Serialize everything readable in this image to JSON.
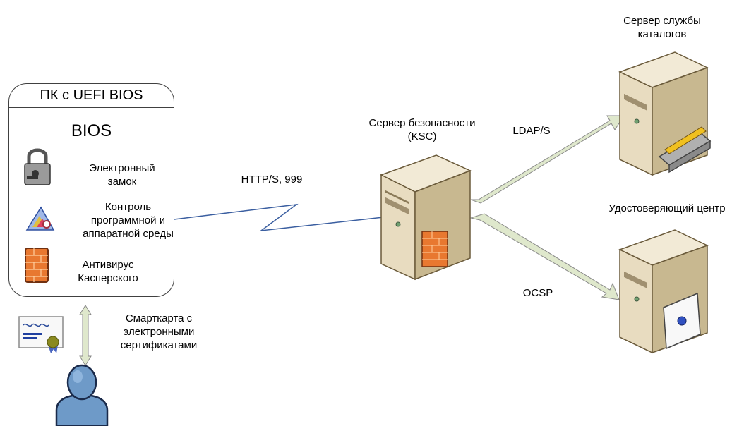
{
  "pc": {
    "title": "ПК с UEFI BIOS",
    "bios_label": "BIOS",
    "items": [
      {
        "line1": "Электронный",
        "line2": "замок"
      },
      {
        "line1": "Контроль",
        "line2": "программной и",
        "line3": "аппаратной среды"
      },
      {
        "line1": "Антивирус",
        "line2": "Касперского"
      }
    ]
  },
  "smartcard": {
    "line1": "Смарткарта с",
    "line2": "электронными",
    "line3": "сертификатами"
  },
  "connections": {
    "http": "HTTP/S, 999",
    "ldap": "LDAP/S",
    "ocsp": "OCSP"
  },
  "servers": {
    "security": {
      "line1": "Сервер безопасности",
      "line2": "(KSC)"
    },
    "directory": {
      "line1": "Сервер службы",
      "line2": "каталогов"
    },
    "ca": {
      "line1": "Удостоверяющий центр"
    }
  },
  "colors": {
    "server_body": "#e8dcc0",
    "server_front": "#c8b890",
    "firewall": "#e87830",
    "arrow_fill": "#dfe8cc",
    "user_fill": "#6e9ac8"
  }
}
